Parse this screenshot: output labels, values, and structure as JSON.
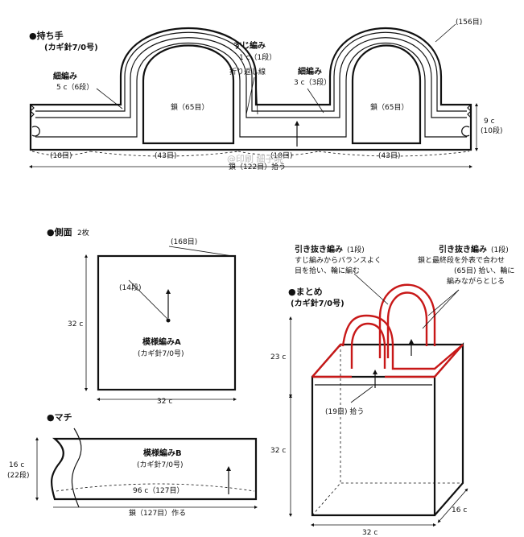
{
  "handles": {
    "title": "●持ち手",
    "hook": "(カギ針7/0号)",
    "st_156": "(156目)",
    "hosoami_l": "細編み",
    "hosoami_l_rows": "5 c（6段）",
    "sujiami": "すじ編み",
    "sujiami_rows": "1 c（1段）",
    "orikaeshi": "折り返し線",
    "hosoami_r": "細編み",
    "hosoami_r_rows": "3 c（3段）",
    "chain_l": "鎖（65目）",
    "chain_r": "鎖（65目）",
    "height_c": "9 c",
    "height_rows": "(10段)",
    "d18_l": "(18目)",
    "d43_l": "(43目)",
    "d18_c": "(18目)",
    "d43_r": "(43目)",
    "bottom_chain": "鎖（122目）拾う",
    "watermark": "@印刷 細子暁"
  },
  "side": {
    "title": "●側面",
    "count": "2枚",
    "st_168": "(168目)",
    "rows_14": "(14段)",
    "height": "32 c",
    "pattern": "模様編みA",
    "hook": "(カギ針7/0号)",
    "width": "32 c"
  },
  "gusset": {
    "title": "●マチ",
    "height_c": "16 c",
    "height_rows": "(22段)",
    "pattern": "模様編みB",
    "hook": "(カギ針7/0号)",
    "length": "96 c（127目）",
    "chain": "鎖（127目）作る"
  },
  "assembly": {
    "slip1_title": "引き抜き編み",
    "slip1_rows": "(1段)",
    "slip1_line1": "すじ編みからバランスよく",
    "slip1_line2": "目を拾い、輪に編む",
    "slip2_title": "引き抜き編み",
    "slip2_rows": "(1段)",
    "slip2_line1": "鎖と最終段を外表で合わせ",
    "slip2_line2": "(65目) 拾い、輪に",
    "slip2_line3": "編みながらとじる",
    "title": "●まとめ",
    "hook": "(カギ針7/0号)",
    "handle_height": "23 c",
    "bag_height": "32 c",
    "pick": "(19目) 拾う",
    "bag_width": "32 c",
    "bag_depth": "16 c"
  }
}
